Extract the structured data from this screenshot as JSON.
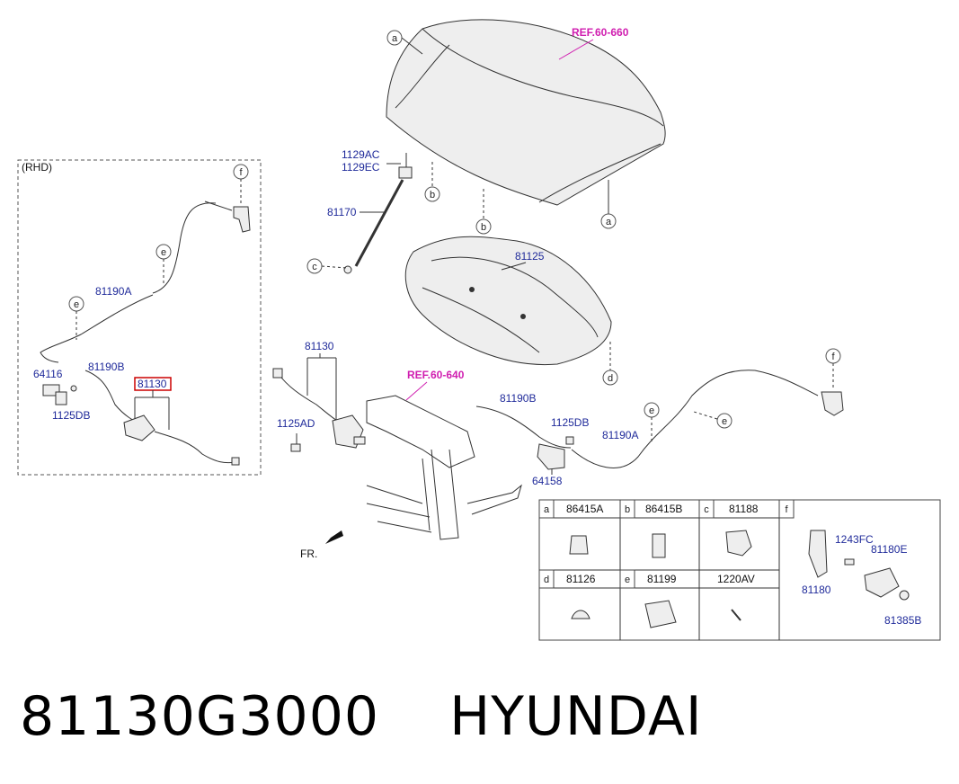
{
  "parts_labels": {
    "rhd": "(RHD)",
    "ref_top": "REF.60-660",
    "ref_mid": "REF.60-640",
    "p1129ac": "1129AC",
    "p1129ec": "1129EC",
    "p81170": "81170",
    "p81125": "81125",
    "p81130_left": "81130",
    "p81130_center": "81130",
    "p81190a_left": "81190A",
    "p81190b_left": "81190B",
    "p64116": "64116",
    "p1125db_left": "1125DB",
    "p1125ad": "1125AD",
    "p81190b_right": "81190B",
    "p1125db_right": "1125DB",
    "p81190a_right": "81190A",
    "p64158": "64158",
    "fr": "FR."
  },
  "callouts": {
    "a": "a",
    "b": "b",
    "c": "c",
    "d": "d",
    "e": "e",
    "f": "f"
  },
  "table": {
    "row1": [
      {
        "letter": "a",
        "part": "86415A"
      },
      {
        "letter": "b",
        "part": "86415B"
      },
      {
        "letter": "c",
        "part": "81188"
      },
      {
        "letter": "f",
        "part": ""
      }
    ],
    "row2": [
      {
        "letter": "d",
        "part": "81126"
      },
      {
        "letter": "e",
        "part": "81199"
      },
      {
        "letter": "",
        "part": "1220AV"
      }
    ],
    "f_parts": {
      "p1243fc": "1243FC",
      "p81180e": "81180E",
      "p81180": "81180",
      "p81385b": "81385B"
    }
  },
  "footer": {
    "part_number": "81130G3000",
    "brand": "HYUNDAI"
  }
}
